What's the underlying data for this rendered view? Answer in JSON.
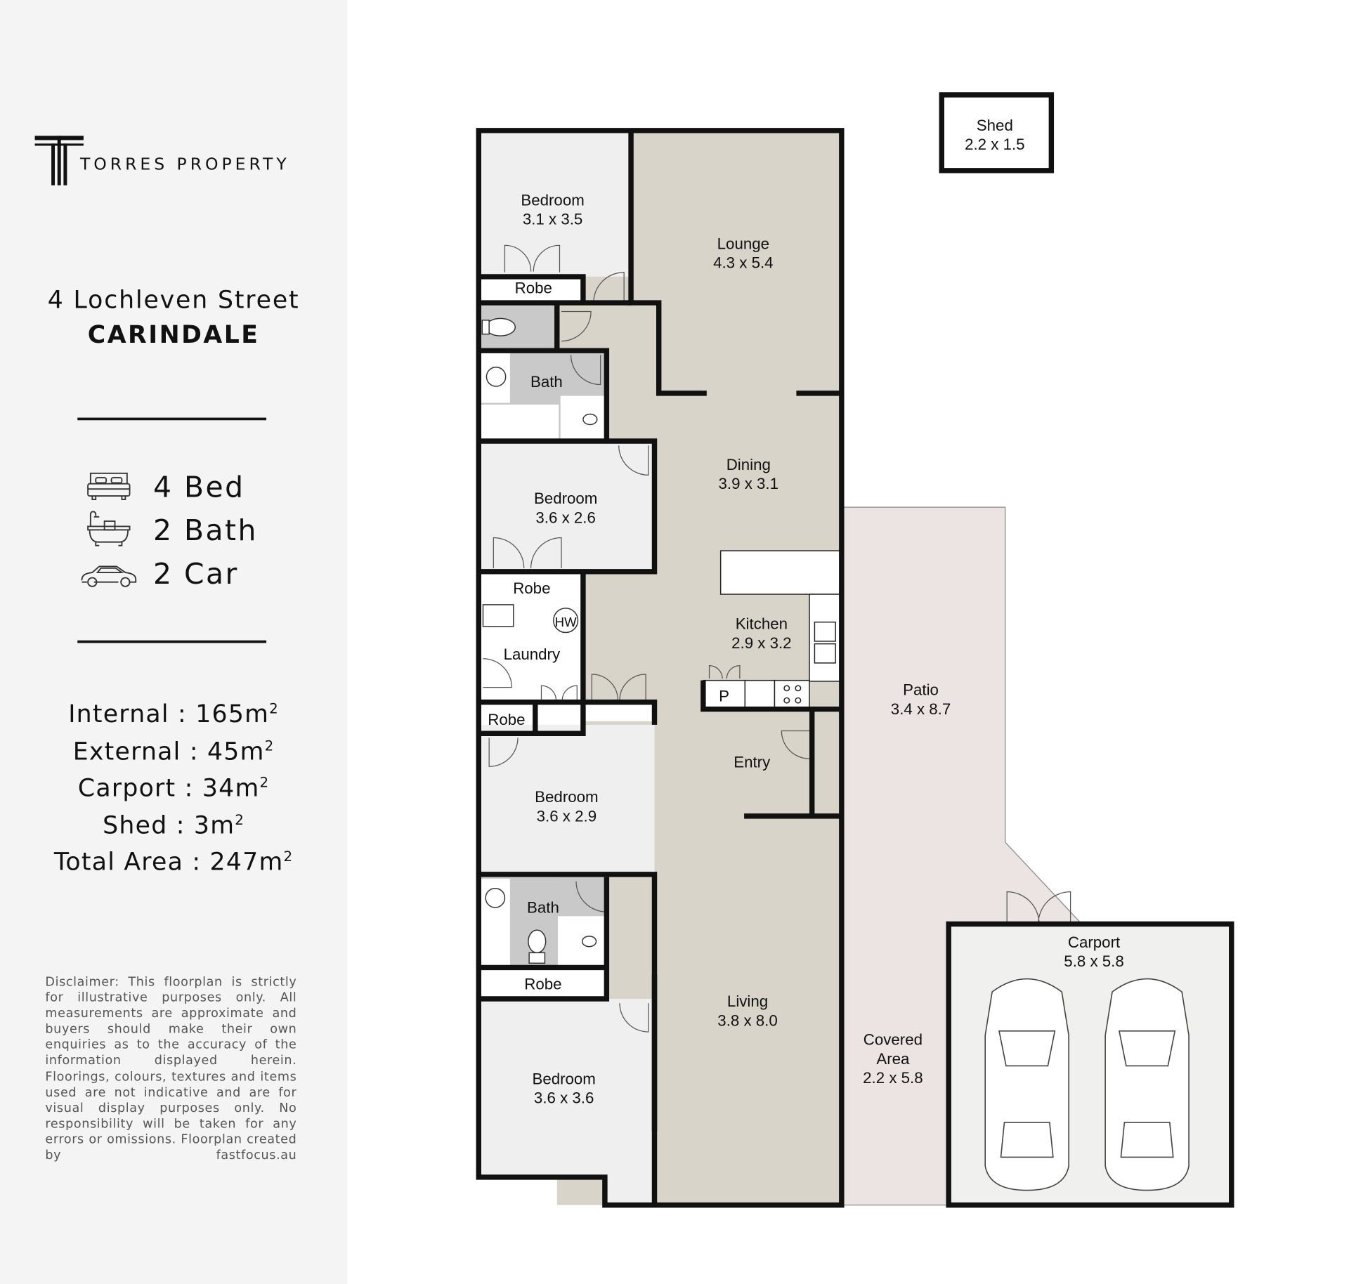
{
  "brand": {
    "name": "TORRES PROPERTY"
  },
  "address": {
    "street": "4 Lochleven Street",
    "suburb": "CARINDALE"
  },
  "features": [
    {
      "icon": "bed-icon",
      "label": "4 Bed"
    },
    {
      "icon": "bath-icon",
      "label": "2 Bath"
    },
    {
      "icon": "car-icon",
      "label": "2 Car"
    }
  ],
  "areas": [
    {
      "label": "Internal : 165m",
      "sup": "2"
    },
    {
      "label": "External : 45m",
      "sup": "2"
    },
    {
      "label": "Carport : 34m",
      "sup": "2"
    },
    {
      "label": "Shed : 3m",
      "sup": "2"
    },
    {
      "label": "Total Area : 247m",
      "sup": "2"
    }
  ],
  "disclaimer": "Disclaimer: This floorplan is strictly for illustrative purposes only. All measurements are approximate and buyers should make their own enquiries as to the accuracy of the information displayed herein. Floorings, colours, textures and items used are not indicative and are for visual display purposes only. No responsibility will be taken for any errors or omissions. Floorplan created by fastfocus.au",
  "rooms": {
    "bed1": {
      "name": "Bedroom",
      "dims": "3.1 x 3.5"
    },
    "robe1": {
      "name": "Robe"
    },
    "bath1": {
      "name": "Bath"
    },
    "bed2": {
      "name": "Bedroom",
      "dims": "3.6 x 2.6"
    },
    "robe2": {
      "name": "Robe"
    },
    "hw": {
      "name": "HW"
    },
    "laundry": {
      "name": "Laundry"
    },
    "robe3": {
      "name": "Robe"
    },
    "bed3": {
      "name": "Bedroom",
      "dims": "3.6 x 2.9"
    },
    "bath2": {
      "name": "Bath"
    },
    "robe4": {
      "name": "Robe"
    },
    "bed4": {
      "name": "Bedroom",
      "dims": "3.6 x 3.6"
    },
    "lounge": {
      "name": "Lounge",
      "dims": "4.3 x 5.4"
    },
    "dining": {
      "name": "Dining",
      "dims": "3.9 x 3.1"
    },
    "kitchen": {
      "name": "Kitchen",
      "dims": "2.9 x 3.2"
    },
    "pantry": {
      "name": "P"
    },
    "entry": {
      "name": "Entry"
    },
    "living": {
      "name": "Living",
      "dims": "3.8 x 8.0"
    },
    "patio": {
      "name": "Patio",
      "dims": "3.4 x 8.7"
    },
    "covered": {
      "name": "Covered",
      "name2": "Area",
      "dims": "2.2 x 5.8"
    },
    "carport": {
      "name": "Carport",
      "dims": "5.8 x 5.8"
    },
    "shed": {
      "name": "Shed",
      "dims": "2.2 x 1.5"
    }
  },
  "colors": {
    "panel": "#f4f4f4",
    "wood": "#d9d4c9",
    "bedroom": "#efefef",
    "wet": "#c9c9c9",
    "patio": "#ece3e3",
    "carport": "#f0f1ee",
    "wall": "#111111"
  }
}
